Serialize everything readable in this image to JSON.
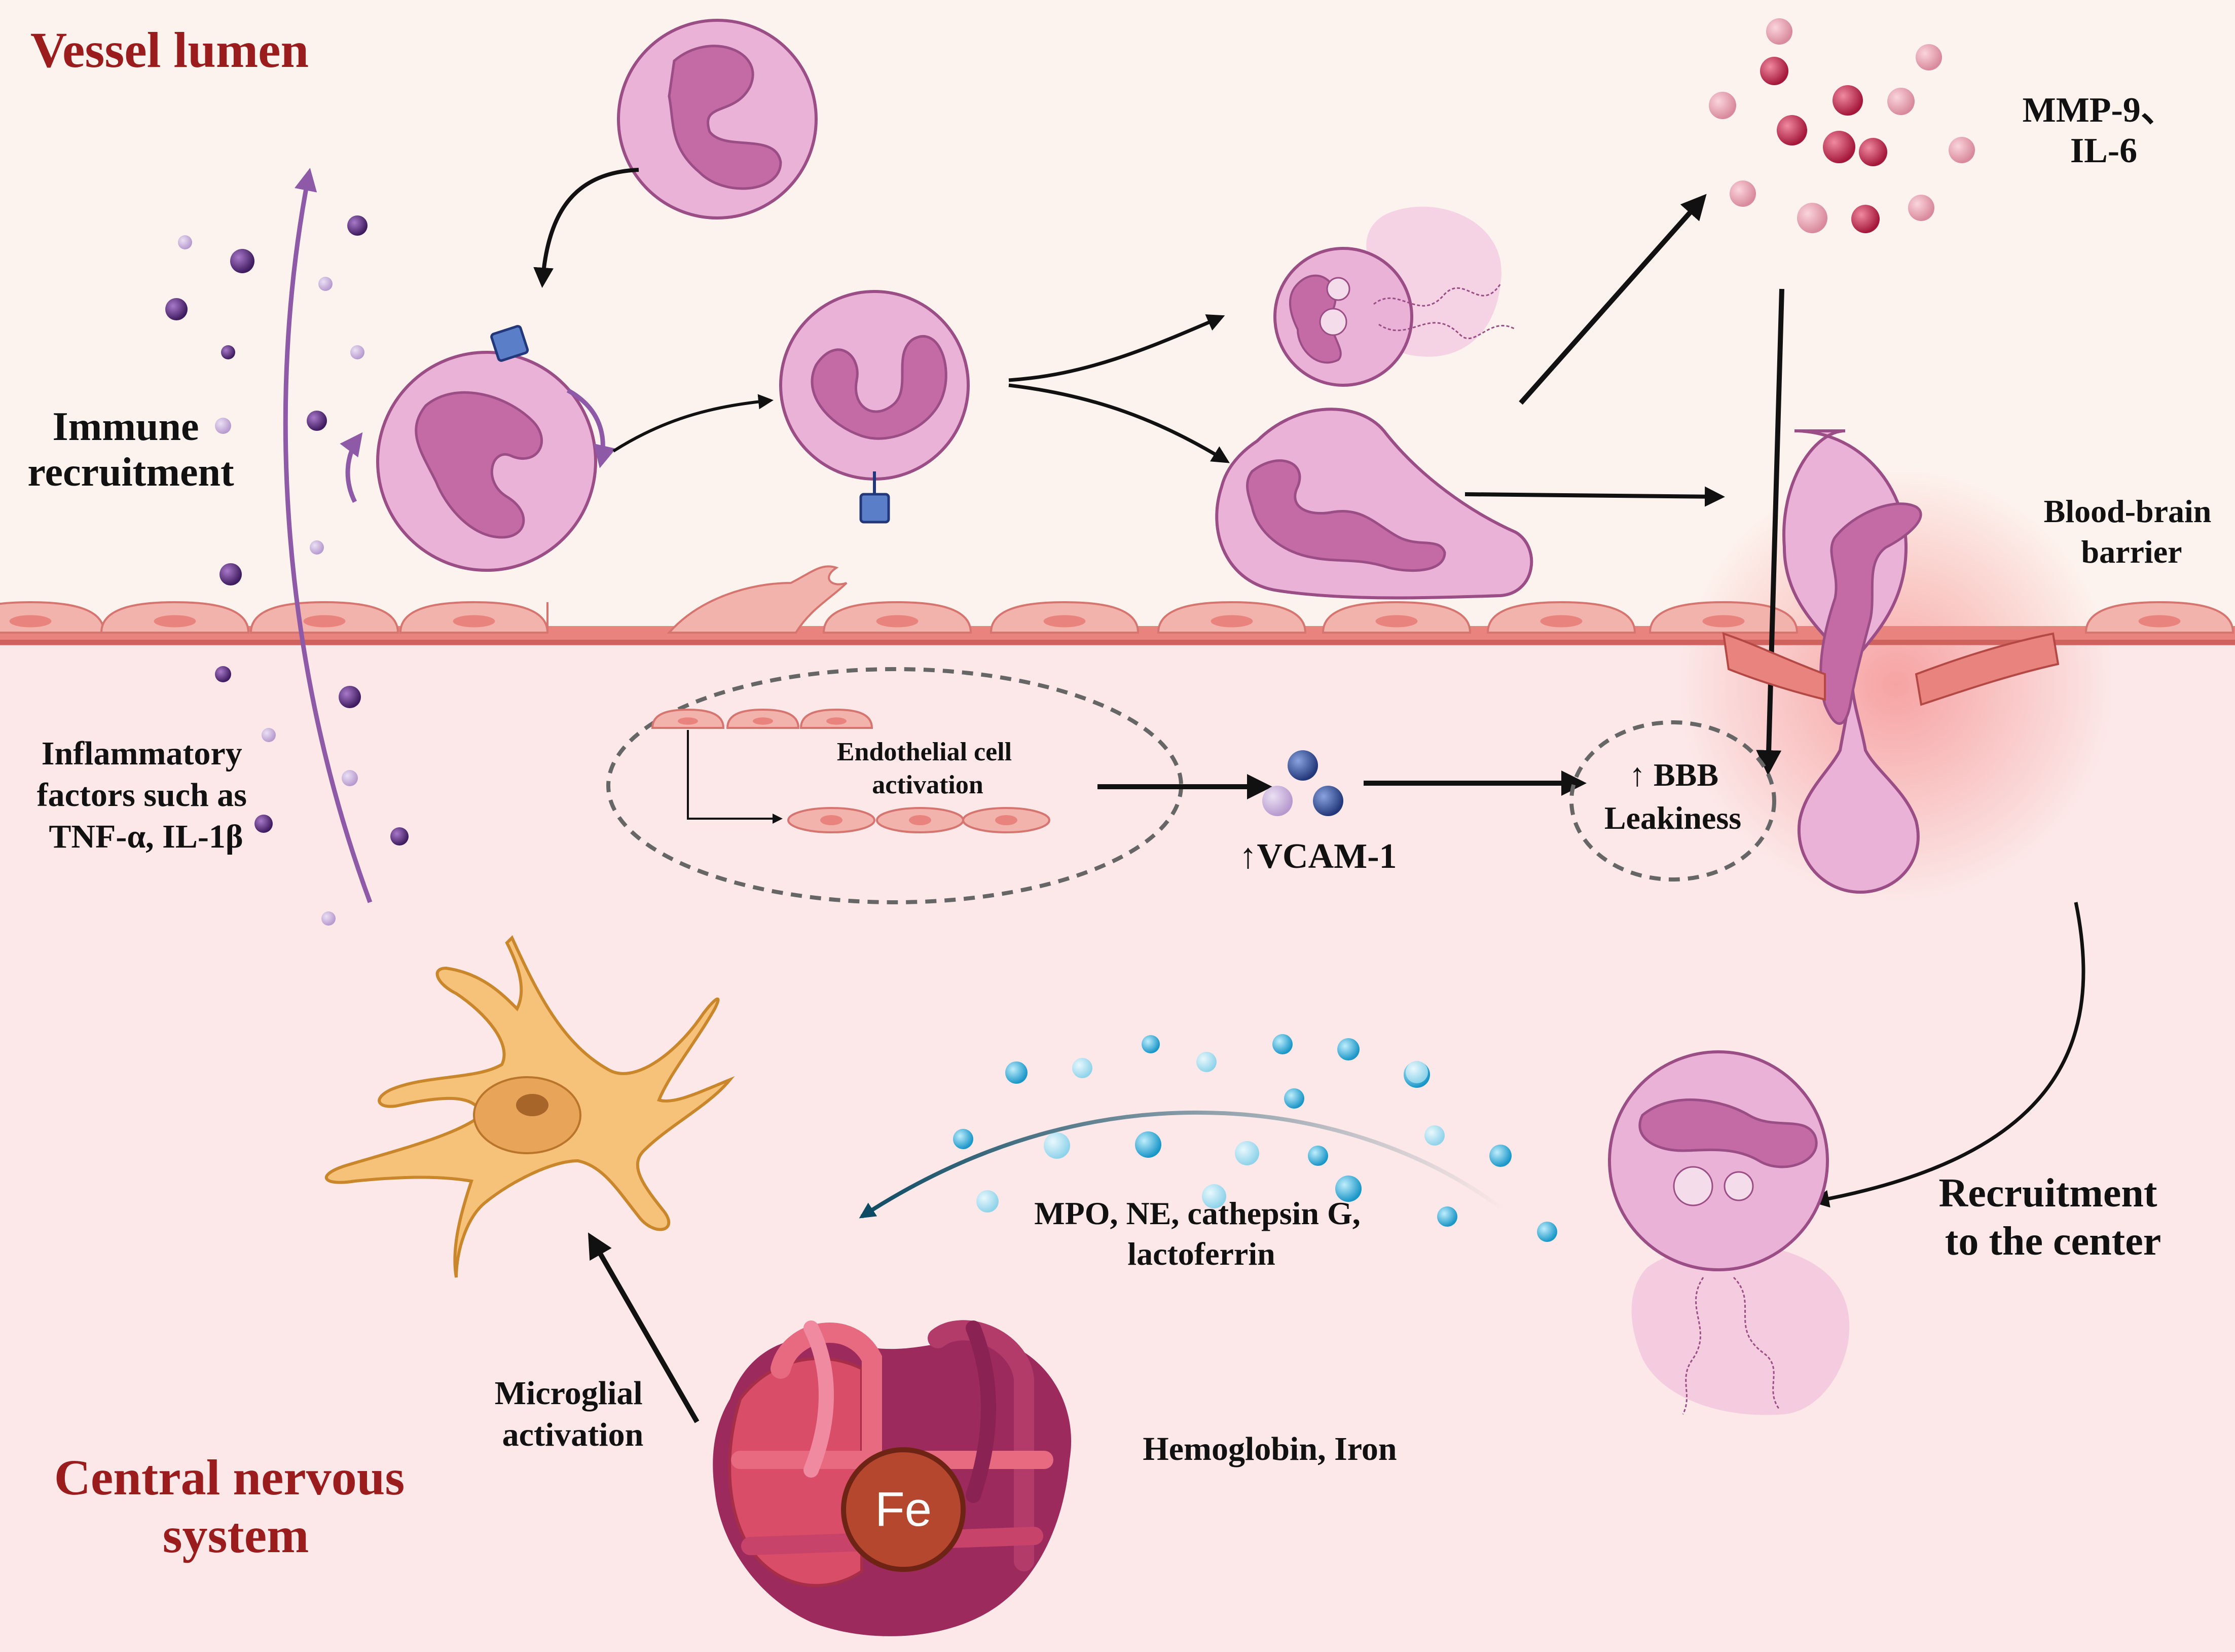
{
  "regions": {
    "vessel_lumen": "Vessel lumen",
    "cns": [
      "Central nervous",
      "system"
    ]
  },
  "labels": {
    "immune_recruitment": [
      "Immune",
      "recruitment"
    ],
    "inflammatory_factors": [
      "Inflammatory",
      "factors such as",
      "TNF-α, IL-1β"
    ],
    "mmp_il6": [
      "MMP-9、",
      "IL-6"
    ],
    "bbb": [
      "Blood-brain",
      "barrier"
    ],
    "endothelial_activation": [
      "Endothelial cell",
      "activation"
    ],
    "vcam": "↑VCAM-1",
    "bbb_leakiness": [
      "↑ BBB",
      "Leakiness"
    ],
    "recruitment_center": [
      "Recruitment",
      "to the center"
    ],
    "granule_proteins": [
      "MPO, NE, cathepsin G,",
      "lactoferrin"
    ],
    "microglial_activation": [
      "Microglial",
      "activation"
    ],
    "hemoglobin_iron": "Hemoglobin, Iron",
    "fe": "Fe"
  },
  "colors": {
    "lumen_bg": "#fdf3ee",
    "cns_bg": "#fce8e8",
    "region_title": "#9b1c1c",
    "neutrophil": "#eab2d6",
    "nucleus": "#c46aa4",
    "endothelium": "#f2b3ac",
    "microglia": "#f6c27a",
    "granule": "#3fb5dc",
    "cytokine": "#c0405c",
    "chemokine": "#5a2c7e",
    "hemoglobin": "#d94d68",
    "iron": "#b5472e"
  }
}
